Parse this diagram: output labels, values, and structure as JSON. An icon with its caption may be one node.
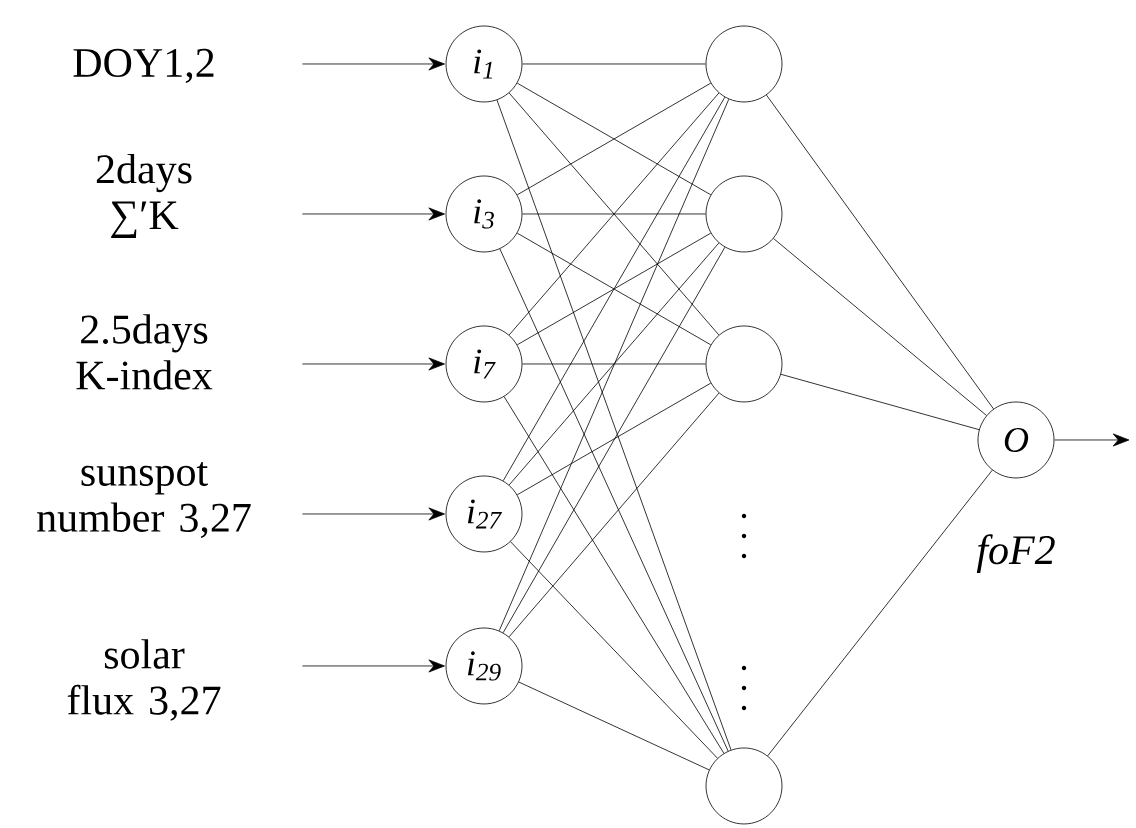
{
  "diagram": {
    "nodes": [
      {
        "text": [
          "DOY1,2"
        ]
      },
      {
        "text": [
          "2days ∑′K"
        ]
      },
      {
        "text": [
          "2.5days K-index"
        ]
      },
      {
        "text": [
          "sunspot number 3,27"
        ]
      },
      {
        "text": [
          "solar flux 3,27"
        ]
      },
      {
        "text": [
          "i$_{1}$"
        ]
      },
      {
        "text": [
          "i$_{3}$"
        ]
      },
      {
        "text": [
          "i$_{7}$"
        ]
      },
      {
        "text": [
          "i$_{27}$"
        ]
      },
      {
        "text": [
          "i$_{29}$"
        ]
      },
      {
        "text": [],
        "shape": "circle"
      },
      {
        "text": [],
        "shape": "circle"
      },
      {
        "text": [],
        "shape": "circle"
      },
      {
        "text": [],
        "shape": "circle"
      },
      {
        "text": [
          "O"
        ],
        "beside": [
          "foF2"
        ]
      }
    ],
    "edges": [
      {
        "from": 0,
        "to": 5,
        "arrow": "to"
      },
      {
        "from": 1,
        "to": 6,
        "arrow": "to"
      },
      {
        "from": 2,
        "to": 7,
        "arrow": "to"
      },
      {
        "from": 3,
        "to": 8,
        "arrow": "to"
      },
      {
        "from": 4,
        "to": 9,
        "arrow": "to"
      },
      {
        "from": 5,
        "to": 10,
        "arrow": "none"
      },
      {
        "from": 5,
        "to": 11,
        "arrow": "none"
      },
      {
        "from": 5,
        "to": 12,
        "arrow": "none"
      },
      {
        "from": 5,
        "to": 13,
        "arrow": "none"
      },
      {
        "from": 6,
        "to": 10,
        "arrow": "none"
      },
      {
        "from": 6,
        "to": 11,
        "arrow": "none"
      },
      {
        "from": 6,
        "to": 12,
        "arrow": "none"
      },
      {
        "from": 6,
        "to": 13,
        "arrow": "none"
      },
      {
        "from": 7,
        "to": 10,
        "arrow": "none"
      },
      {
        "from": 7,
        "to": 11,
        "arrow": "none"
      },
      {
        "from": 7,
        "to": 12,
        "arrow": "none"
      },
      {
        "from": 7,
        "to": 13,
        "arrow": "none"
      },
      {
        "from": 8,
        "to": 10,
        "arrow": "none"
      },
      {
        "from": 8,
        "to": 11,
        "arrow": "none"
      },
      {
        "from": 8,
        "to": 12,
        "arrow": "none"
      },
      {
        "from": 8,
        "to": 13,
        "arrow": "none"
      },
      {
        "from": 9,
        "to": 10,
        "arrow": "none"
      },
      {
        "from": 9,
        "to": 11,
        "arrow": "none"
      },
      {
        "from": 9,
        "to": 12,
        "arrow": "none"
      },
      {
        "from": 9,
        "to": 13,
        "arrow": "none"
      },
      {
        "from": 10,
        "to": 14,
        "arrow": "none"
      },
      {
        "from": 11,
        "to": 14,
        "arrow": "none"
      },
      {
        "from": 12,
        "to": 14,
        "arrow": "none"
      },
      {
        "from": 13,
        "to": 14,
        "arrow": "none"
      },
      {
        "from": 14,
        "to": null,
        "arrow": "to"
      }
    ]
  }
}
